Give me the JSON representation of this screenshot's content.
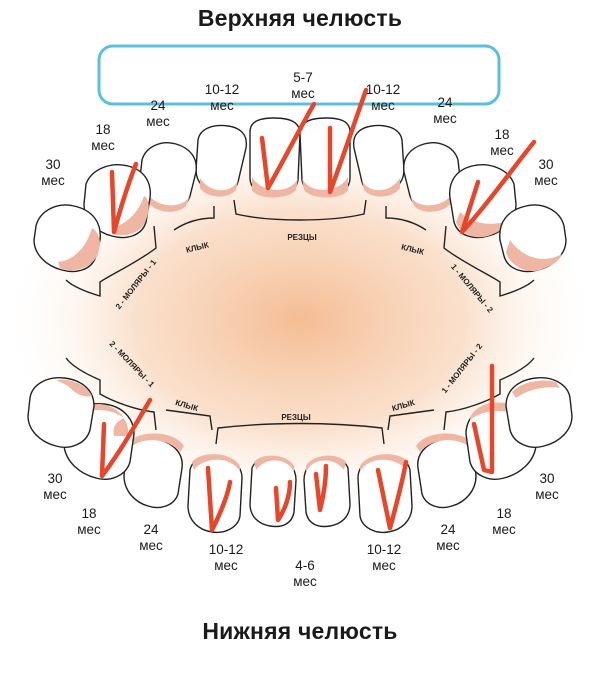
{
  "titles": {
    "upper": "Верхняя челюсть",
    "lower": "Нижняя челюсть"
  },
  "colors": {
    "tooth_outline": "#222222",
    "gum": "#efb6a3",
    "marker": "#e8462b",
    "highlight_box": "#5bc0de",
    "background_glow": "#f6c9a3"
  },
  "upper_labels": {
    "l_30": {
      "num": "30",
      "unit": "мес"
    },
    "l_18": {
      "num": "18",
      "unit": "мес"
    },
    "l_24": {
      "num": "24",
      "unit": "мес"
    },
    "l_1012": {
      "num": "10-12",
      "unit": "мес"
    },
    "c_57": {
      "num": "5-7",
      "unit": "мес"
    },
    "r_1012": {
      "num": "10-12",
      "unit": "мес"
    },
    "r_24": {
      "num": "24",
      "unit": "мес"
    },
    "r_18": {
      "num": "18",
      "unit": "мес"
    },
    "r_30": {
      "num": "30",
      "unit": "мес"
    }
  },
  "lower_labels": {
    "l_30": {
      "num": "30",
      "unit": "мес"
    },
    "l_18": {
      "num": "18",
      "unit": "мес"
    },
    "l_24": {
      "num": "24",
      "unit": "мес"
    },
    "l_1012": {
      "num": "10-12",
      "unit": "мес"
    },
    "c_46": {
      "num": "4-6",
      "unit": "мес"
    },
    "r_1012": {
      "num": "10-12",
      "unit": "мес"
    },
    "r_24": {
      "num": "24",
      "unit": "мес"
    },
    "r_18": {
      "num": "18",
      "unit": "мес"
    },
    "r_30": {
      "num": "30",
      "unit": "мес"
    }
  },
  "group_labels": {
    "upper_incisors": "РЕЗЦЫ",
    "upper_canine_left": "КЛЫК",
    "upper_canine_right": "КЛЫК",
    "upper_molars_left": "2 - МОЛЯРЫ - 1",
    "upper_molars_right": "1 - МОЛЯРЫ - 2",
    "lower_incisors": "РЕЗЦЫ",
    "lower_canine_left": "КЛЫК",
    "lower_canine_right": "КЛЫК",
    "lower_molars_left": "2 - МОЛЯРЫ - 1",
    "lower_molars_right": "1 - МОЛЯРЫ - 2"
  }
}
